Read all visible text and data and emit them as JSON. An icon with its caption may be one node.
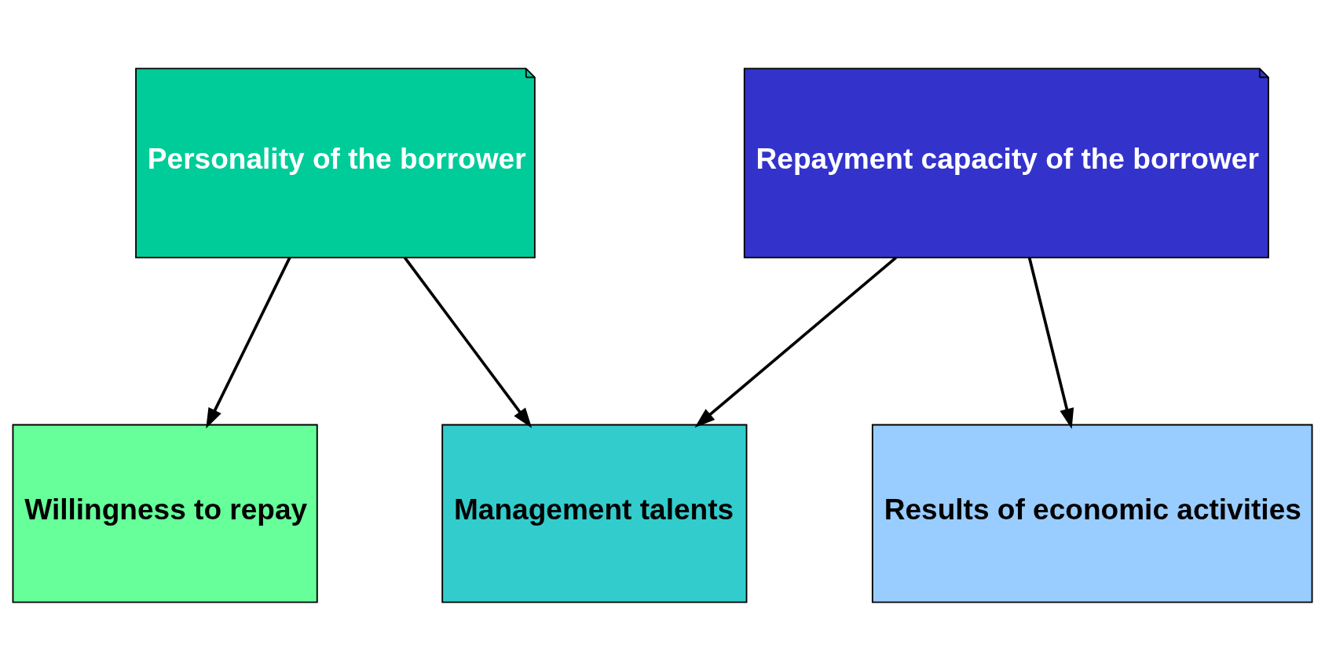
{
  "diagram": {
    "nodes": [
      {
        "text": [
          "Personality of the borrower"
        ]
      },
      {
        "text": [
          "Repayment capacity of the borrower"
        ]
      },
      {
        "text": [
          "Willingness to repay"
        ]
      },
      {
        "text": [
          "Management talents"
        ]
      },
      {
        "text": [
          "Results of economic activities"
        ]
      }
    ],
    "edges": [
      {
        "from": 0,
        "to": 2,
        "arrow": "to"
      },
      {
        "from": 0,
        "to": 3,
        "arrow": "to"
      },
      {
        "from": 1,
        "to": 3,
        "arrow": "to"
      },
      {
        "from": 1,
        "to": 4,
        "arrow": "to"
      }
    ]
  }
}
